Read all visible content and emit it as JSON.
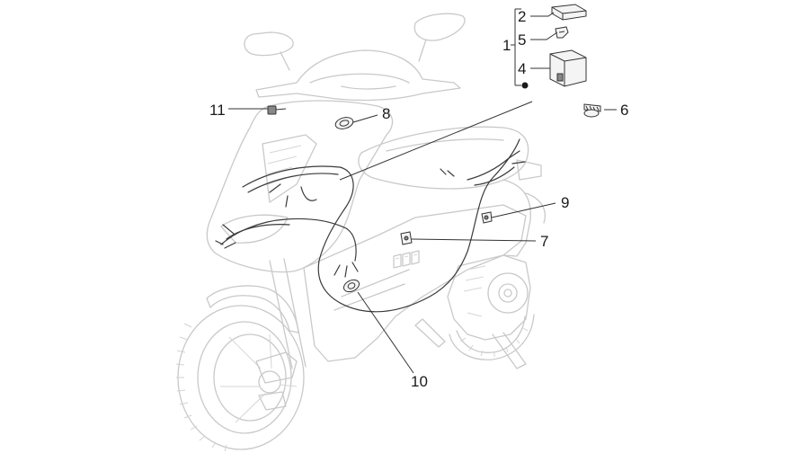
{
  "diagram": {
    "subject": "scooter-electrical-harness-exploded-view",
    "callouts": {
      "c1": "1",
      "c2": "2",
      "c4": "4",
      "c5": "5",
      "c6": "6",
      "c7": "7",
      "c8": "8",
      "c9": "9",
      "c10": "10",
      "c11": "11"
    },
    "colors": {
      "scooter_outline": "#c9c9c9",
      "harness": "#3a3a3a",
      "callout_text": "#1a1a1a"
    }
  }
}
